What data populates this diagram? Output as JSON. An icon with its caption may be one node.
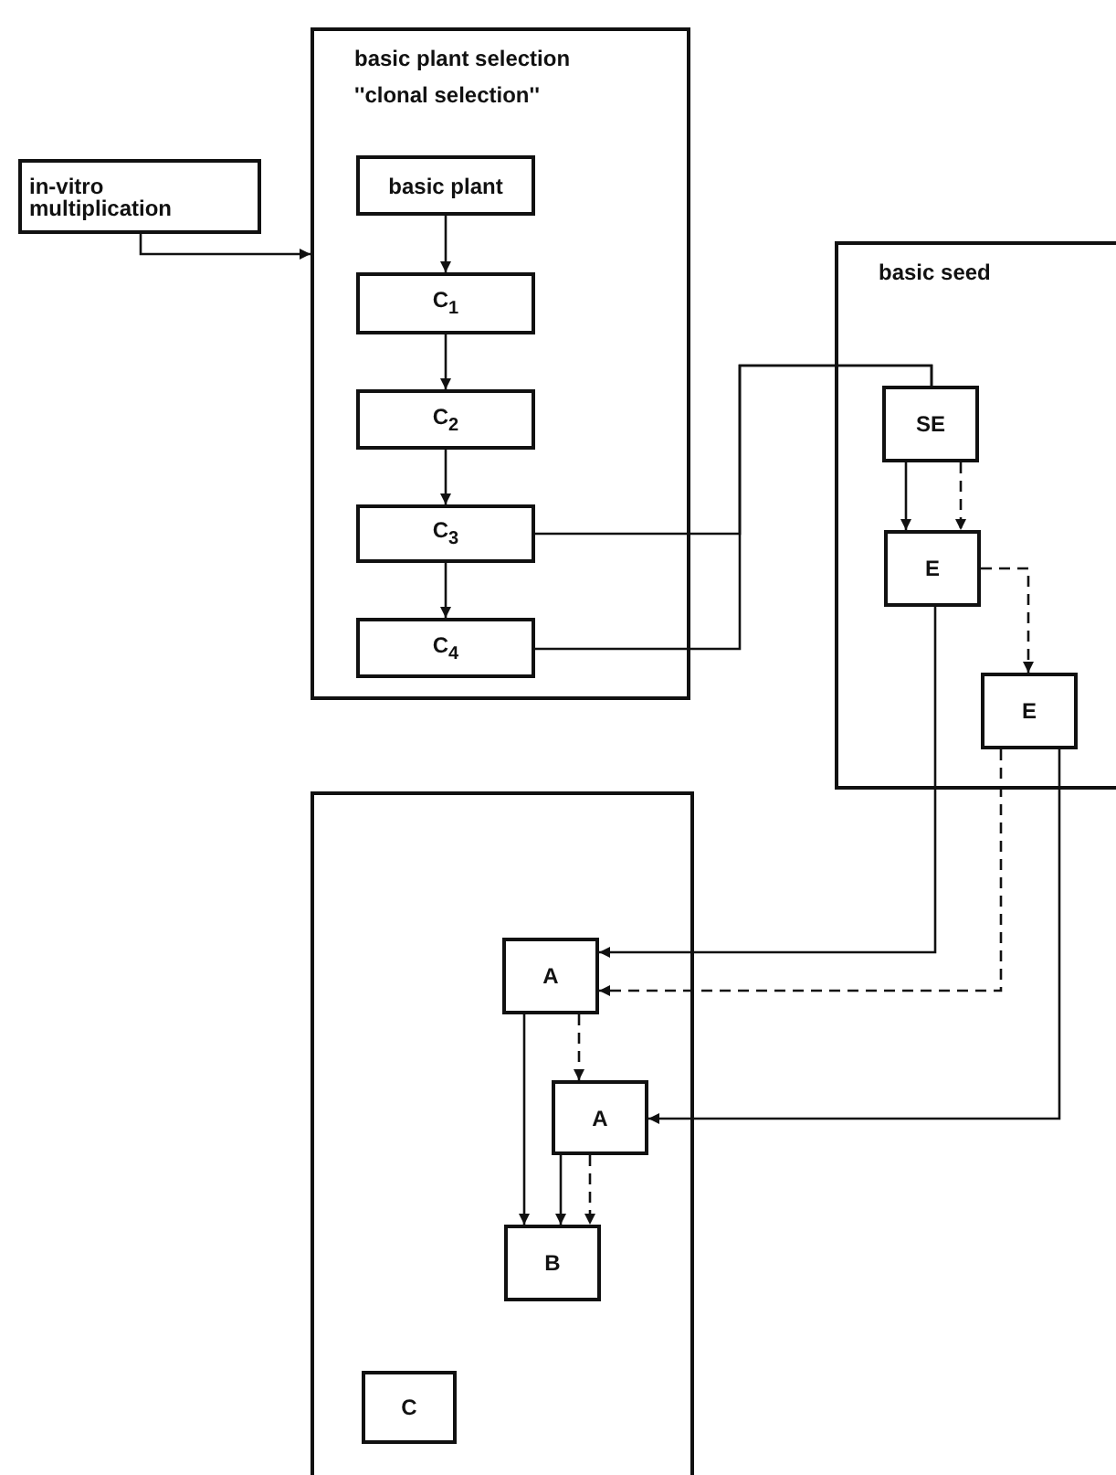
{
  "diagram": {
    "nodes": [
      {
        "text": [
          "basic plant selection",
          "''clonal selection''"
        ]
      },
      {
        "text": [
          "in-vitro multiplication"
        ]
      },
      {
        "text": [
          "basic plant"
        ],
        "in": 0
      },
      {
        "text": [
          "C$_{1}$"
        ],
        "in": 0
      },
      {
        "text": [
          "C$_{2}$"
        ],
        "in": 0
      },
      {
        "text": [
          "C$_{3}$"
        ],
        "in": 0
      },
      {
        "text": [
          "C$_{4}$"
        ],
        "in": 0
      },
      {
        "text": [
          "basic seed"
        ]
      },
      {
        "text": [
          "SE"
        ],
        "in": 7
      },
      {
        "text": [
          "E"
        ],
        "in": 7
      },
      {
        "text": [
          "E"
        ],
        "in": 7
      },
      {
        "text": [],
        "shape": "box"
      },
      {
        "text": [
          "A"
        ],
        "in": 11
      },
      {
        "text": [
          "A"
        ],
        "in": 11
      },
      {
        "text": [
          "B"
        ],
        "in": 11
      },
      {
        "text": [
          "C"
        ],
        "in": 11
      }
    ],
    "edges": [
      {
        "from": 1,
        "to": 0,
        "arrow": "to"
      },
      {
        "from": 2,
        "to": 3,
        "arrow": "to"
      },
      {
        "from": 3,
        "to": 4,
        "arrow": "to"
      },
      {
        "from": 4,
        "to": 5,
        "arrow": "to"
      },
      {
        "from": 5,
        "to": 6,
        "arrow": "to"
      },
      {
        "from": 5,
        "to": 8,
        "arrow": "none"
      },
      {
        "from": 6,
        "to": 8,
        "arrow": "none"
      },
      {
        "from": 8,
        "to": 9,
        "arrow": "to"
      },
      {
        "from": 8,
        "to": 9,
        "arrow": "to",
        "style": "dashed"
      },
      {
        "from": 9,
        "to": 10,
        "arrow": "to",
        "style": "dashed"
      },
      {
        "from": 9,
        "to": 12,
        "arrow": "to"
      },
      {
        "from": 10,
        "to": 12,
        "arrow": "to",
        "style": "dashed"
      },
      {
        "from": 10,
        "to": 13,
        "arrow": "to"
      },
      {
        "from": 12,
        "to": 14,
        "arrow": "to"
      },
      {
        "from": 12,
        "to": 13,
        "arrow": "to",
        "style": "dashed"
      },
      {
        "from": 13,
        "to": 14,
        "arrow": "to"
      },
      {
        "from": 13,
        "to": 14,
        "arrow": "to",
        "style": "dashed"
      }
    ]
  }
}
